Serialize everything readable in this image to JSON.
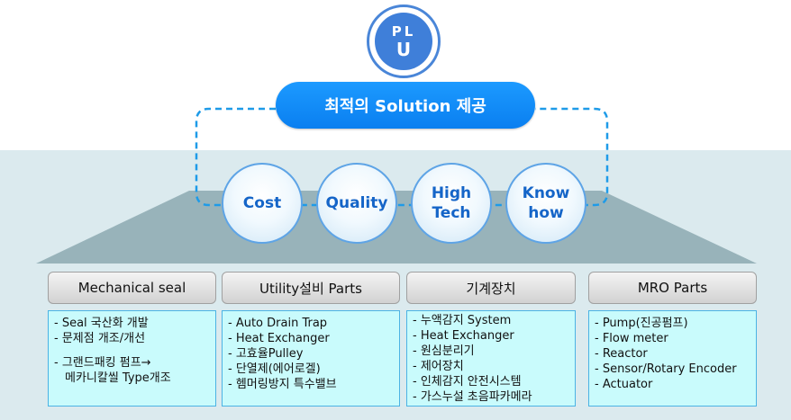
{
  "logo": {
    "text_top": "PL",
    "text_bottom": "U"
  },
  "solution": {
    "label": "최적의 Solution 제공"
  },
  "values": [
    {
      "label": "Cost"
    },
    {
      "label": "Quality"
    },
    {
      "label_line1": "High",
      "label_line2": "Tech"
    },
    {
      "label_line1": "Know",
      "label_line2": "how"
    }
  ],
  "categories": [
    {
      "title": "Mechanical seal",
      "items": [
        "- Seal 국산화 개발",
        "- 문제점 개조/개선"
      ],
      "extra": [
        "- 그랜드패킹 펌프→",
        "메카니칼씰 Type개조"
      ]
    },
    {
      "title": "Utility설비 Parts",
      "items": [
        "- Auto Drain Trap",
        "- Heat Exchanger",
        "- 고효율Pulley",
        "- 단열제(에어로겔)",
        "- 헴머링방지 특수밸브"
      ]
    },
    {
      "title": "기계장치",
      "items": [
        "- 누액감지 System",
        "- Heat Exchanger",
        "- 원심분리기",
        "- 제어장치",
        "- 인체감지 안전시스템",
        "- 가스누설 초음파카메라"
      ]
    },
    {
      "title": "MRO  Parts",
      "items": [
        "- Pump(진공펌프)",
        "- Flow meter",
        "- Reactor",
        "- Sensor/Rotary Encoder",
        "- Actuator"
      ]
    }
  ],
  "colors": {
    "accent": "#0a7ff0",
    "circle_text": "#1565c8",
    "list_bg": "#c9fbfc",
    "band": "#dbeaee",
    "platform": "#98b3ba"
  }
}
